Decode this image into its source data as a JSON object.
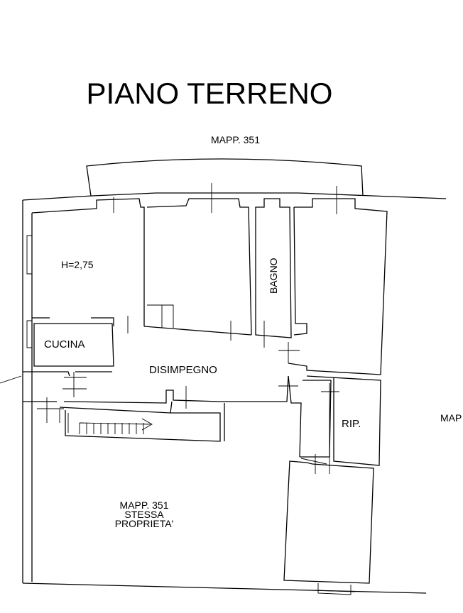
{
  "title": "PIANO TERRENO",
  "labels": {
    "north": "MAPP. 351",
    "east": "MAP",
    "room_main": "H=2,75",
    "kitchen": "CUCINA",
    "bathroom": "BAGNO",
    "hall": "DISIMPEGNO",
    "storage": "RIP.",
    "court_line1": "MAPP. 351",
    "court_line2": "STESSA",
    "court_line3": "PROPRIETA'"
  },
  "colors": {
    "line": "#000000",
    "background": "#ffffff"
  }
}
